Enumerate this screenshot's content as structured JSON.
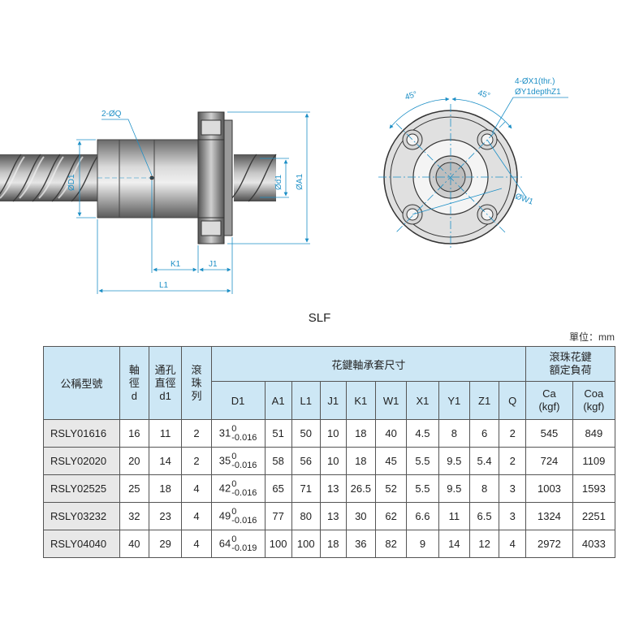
{
  "drawing": {
    "labels": {
      "q": "2-ØQ",
      "d1_big": "ØD1",
      "d1_small": "Ød1",
      "a1": "ØA1",
      "k1": "K1",
      "j1": "J1",
      "l1": "L1",
      "angle_left": "45°",
      "angle_right": "45°",
      "holes_line1": "4-ØX1(thr.)",
      "holes_line2": "ØY1depthZ1",
      "w1": "ØW1"
    },
    "colors": {
      "dimension": "#1d8fc6",
      "body": "#555555",
      "thread": "#6e6e6e"
    }
  },
  "title": "SLF",
  "unit": "單位：mm",
  "table": {
    "headers": {
      "model": "公稱型號",
      "shaft": [
        "軸",
        "徑",
        "d"
      ],
      "bore": [
        "通孔",
        "直徑",
        "d1"
      ],
      "balls": [
        "滾",
        "珠",
        "列"
      ],
      "group": "花鍵軸承套尺寸",
      "load_line1": "滾珠花鍵",
      "load_line2": "額定負荷",
      "cols": [
        "D1",
        "A1",
        "L1",
        "J1",
        "K1",
        "W1",
        "X1",
        "Y1",
        "Z1",
        "Q"
      ],
      "ca": [
        "Ca",
        "(kgf)"
      ],
      "coa": [
        "Coa",
        "(kgf)"
      ]
    },
    "rows": [
      {
        "model": "RSLY01616",
        "d": "16",
        "d1": "11",
        "balls": "2",
        "D1": "31",
        "tol_up": "0",
        "tol_low": "-0.016",
        "A1": "51",
        "L1": "50",
        "J1": "10",
        "K1": "18",
        "W1": "40",
        "X1": "4.5",
        "Y1": "8",
        "Z1": "6",
        "Q": "2",
        "Ca": "545",
        "Coa": "849"
      },
      {
        "model": "RSLY02020",
        "d": "20",
        "d1": "14",
        "balls": "2",
        "D1": "35",
        "tol_up": "0",
        "tol_low": "-0.016",
        "A1": "58",
        "L1": "56",
        "J1": "10",
        "K1": "18",
        "W1": "45",
        "X1": "5.5",
        "Y1": "9.5",
        "Z1": "5.4",
        "Q": "2",
        "Ca": "724",
        "Coa": "1109"
      },
      {
        "model": "RSLY02525",
        "d": "25",
        "d1": "18",
        "balls": "4",
        "D1": "42",
        "tol_up": "0",
        "tol_low": "-0.016",
        "A1": "65",
        "L1": "71",
        "J1": "13",
        "K1": "26.5",
        "W1": "52",
        "X1": "5.5",
        "Y1": "9.5",
        "Z1": "8",
        "Q": "3",
        "Ca": "1003",
        "Coa": "1593"
      },
      {
        "model": "RSLY03232",
        "d": "32",
        "d1": "23",
        "balls": "4",
        "D1": "49",
        "tol_up": "0",
        "tol_low": "-0.016",
        "A1": "77",
        "L1": "80",
        "J1": "13",
        "K1": "30",
        "W1": "62",
        "X1": "6.6",
        "Y1": "11",
        "Z1": "6.5",
        "Q": "3",
        "Ca": "1324",
        "Coa": "2251"
      },
      {
        "model": "RSLY04040",
        "d": "40",
        "d1": "29",
        "balls": "4",
        "D1": "64",
        "tol_up": "0",
        "tol_low": "-0.019",
        "A1": "100",
        "L1": "100",
        "J1": "18",
        "K1": "36",
        "W1": "82",
        "X1": "9",
        "Y1": "14",
        "Z1": "12",
        "Q": "4",
        "Ca": "2972",
        "Coa": "4033"
      }
    ]
  }
}
